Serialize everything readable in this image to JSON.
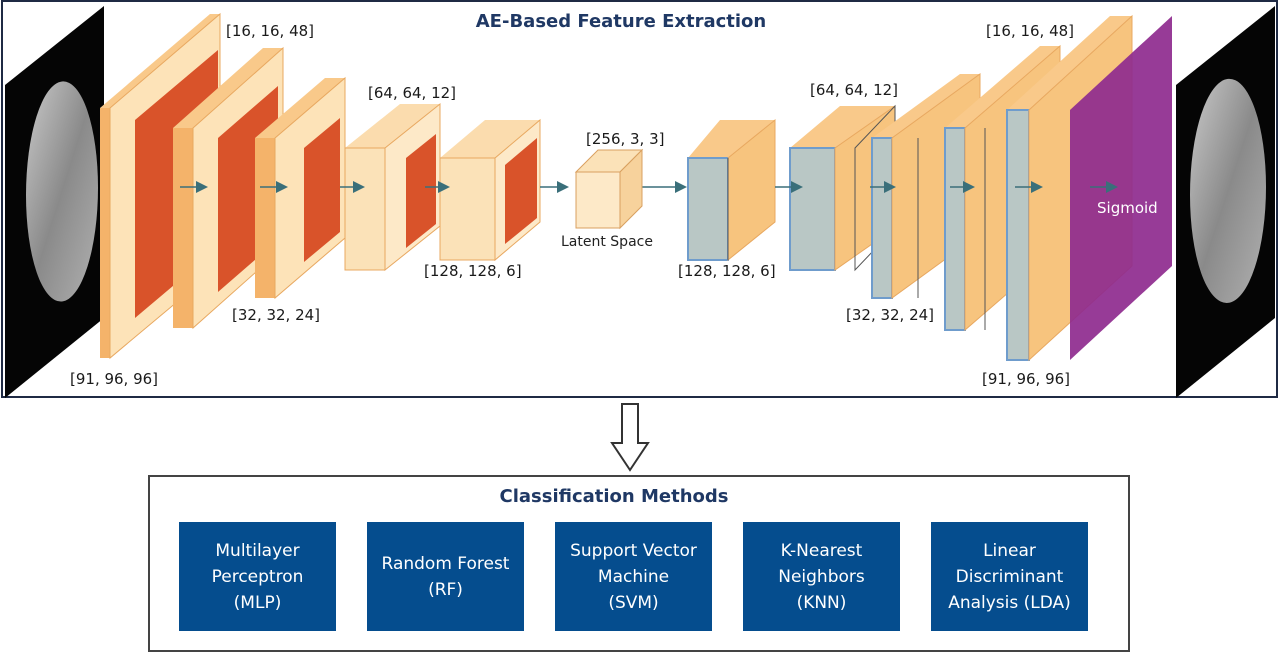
{
  "title": "AE-Based Feature Extraction",
  "encoder_labels": [
    "[91, 96, 96]",
    "[16, 16, 48]",
    "[32, 32, 24]",
    "[64, 64, 12]",
    "[128, 128, 6]"
  ],
  "latent": {
    "dims": "[256, 3, 3]",
    "label": "Latent Space"
  },
  "decoder_labels": [
    "[128, 128, 6]",
    "[64, 64, 12]",
    "[32, 32, 24]",
    "[16, 16, 48]",
    "[91, 96, 96]"
  ],
  "sigmoid_label": "Sigmoid",
  "classification": {
    "title": "Classification Methods",
    "methods": [
      "Multilayer\nPerceptron\n(MLP)",
      "Random Forest\n(RF)",
      "Support Vector\nMachine\n(SVM)",
      "K-Nearest\nNeighbors\n(KNN)",
      "Linear\nDiscriminant\nAnalysis (LDA)"
    ]
  },
  "colors": {
    "frame": "#1f2a44",
    "block_fill": "#fbd9a0",
    "block_dark": "#f4a95c",
    "kernel": "#d9532a",
    "decoder_edge": "#6f9ccc",
    "sigmoid": "#8e2a8e",
    "method_box": "#054d8e",
    "title": "#1f3864"
  }
}
